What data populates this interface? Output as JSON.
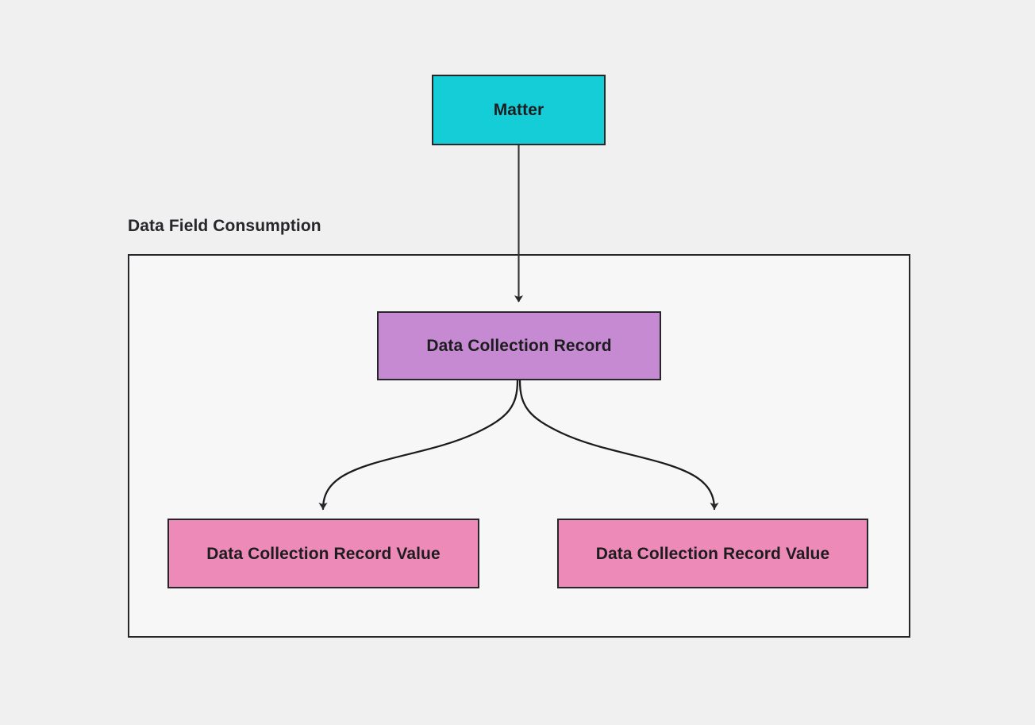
{
  "diagram": {
    "type": "flowchart",
    "direction": "top-down",
    "background_color": "#f0f0f0",
    "subgraph": {
      "label": "Data Field Consumption",
      "fill_color": "#f7f7f7",
      "border_color": "#26262b"
    },
    "nodes": [
      {
        "id": "matter",
        "label": "Matter",
        "fill_color": "#15cdd6",
        "border_color": "#26262b",
        "text_color": "#1d1d20",
        "in_subgraph": false
      },
      {
        "id": "data-collection-record",
        "label": "Data Collection Record",
        "fill_color": "#c68ad2",
        "border_color": "#26262b",
        "text_color": "#1d1d20",
        "in_subgraph": true
      },
      {
        "id": "data-collection-record-value-left",
        "label": "Data Collection Record Value",
        "fill_color": "#ed8ab8",
        "border_color": "#26262b",
        "text_color": "#1d1d20",
        "in_subgraph": true
      },
      {
        "id": "data-collection-record-value-right",
        "label": "Data Collection Record Value",
        "fill_color": "#ed8ab8",
        "border_color": "#26262b",
        "text_color": "#1d1d20",
        "in_subgraph": true
      }
    ],
    "edges": [
      {
        "from": "matter",
        "to": "data-collection-record",
        "style": "straight",
        "arrow": "filled-triangle"
      },
      {
        "from": "data-collection-record",
        "to": "data-collection-record-value-left",
        "style": "curved",
        "arrow": "filled-triangle"
      },
      {
        "from": "data-collection-record",
        "to": "data-collection-record-value-right",
        "style": "curved",
        "arrow": "filled-triangle"
      }
    ],
    "edge_color": "#333333"
  }
}
